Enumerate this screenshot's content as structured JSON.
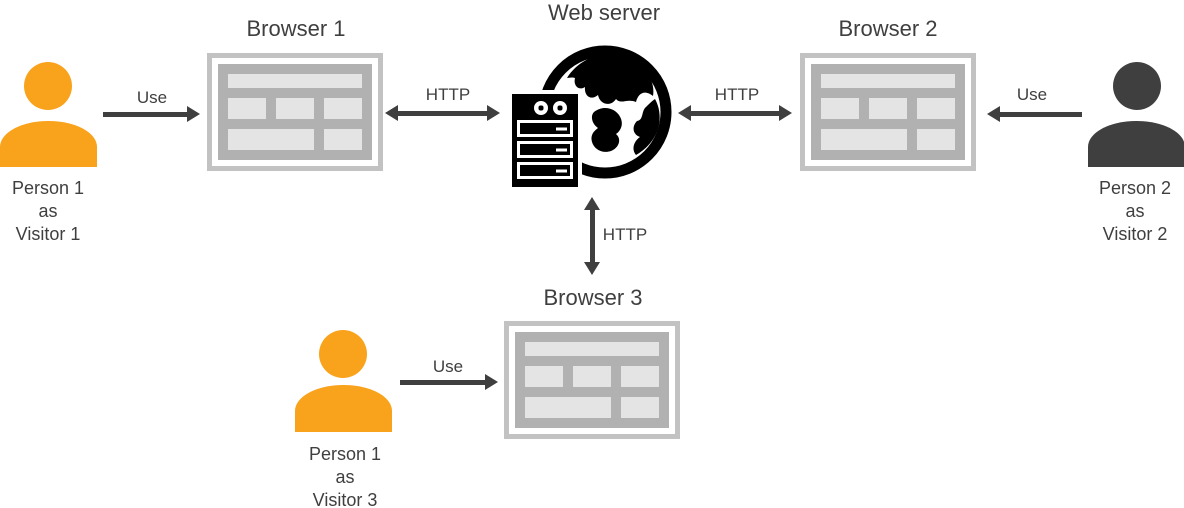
{
  "colors": {
    "orange": "#F9A21B",
    "dark": "#3F3F3F",
    "boxBorder": "#C2C2C2",
    "boxInner": "#B1B1B1",
    "boxBlock": "#E4E4E4",
    "iconBlack": "#000000"
  },
  "nodes": {
    "web_server": {
      "label": "Web server"
    },
    "browser1": {
      "label": "Browser 1"
    },
    "browser2": {
      "label": "Browser 2"
    },
    "browser3": {
      "label": "Browser 3"
    },
    "person1": {
      "line1": "Person 1",
      "line2": "as",
      "line3": "Visitor 1"
    },
    "person2": {
      "line1": "Person 2",
      "line2": "as",
      "line3": "Visitor 2"
    },
    "person3": {
      "line1": "Person 1",
      "line2": "as",
      "line3": "Visitor 3"
    }
  },
  "edges": {
    "use1": {
      "label": "Use"
    },
    "http1": {
      "label": "HTTP"
    },
    "http2": {
      "label": "HTTP"
    },
    "use2": {
      "label": "Use"
    },
    "http3": {
      "label": "HTTP"
    },
    "use3": {
      "label": "Use"
    }
  }
}
